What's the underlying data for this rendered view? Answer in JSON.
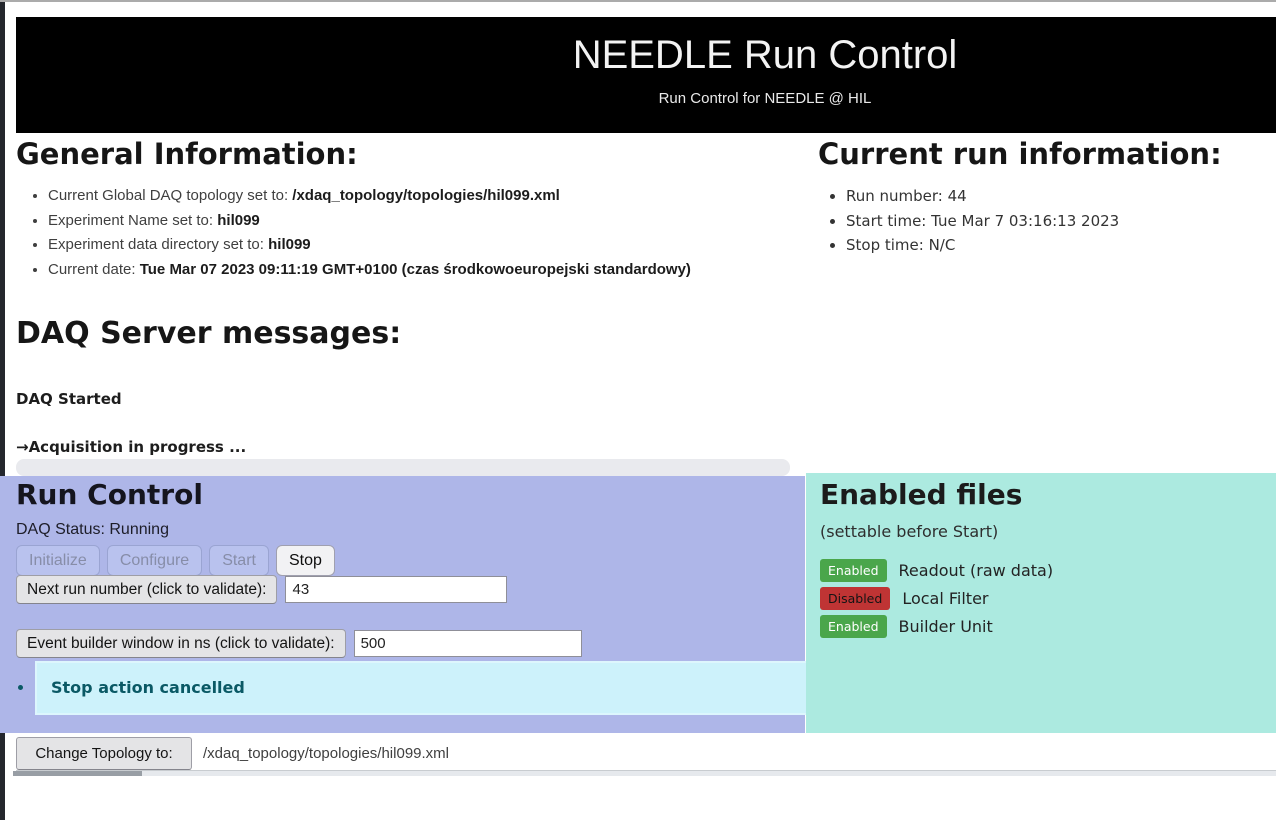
{
  "header": {
    "title": "NEEDLE Run Control",
    "subtitle": "Run Control for NEEDLE @ HIL"
  },
  "general_info": {
    "heading": "General Information:",
    "items": [
      {
        "label": "Current Global DAQ topology set to: ",
        "value": "/xdaq_topology/topologies/hil099.xml"
      },
      {
        "label": "Experiment Name set to: ",
        "value": "hil099"
      },
      {
        "label": "Experiment data directory set to: ",
        "value": "hil099"
      },
      {
        "label": "Current date: ",
        "value": "Tue Mar 07 2023 09:11:19 GMT+0100 (czas środkowoeuropejski standardowy)"
      }
    ]
  },
  "current_run": {
    "heading": "Current run information:",
    "items": [
      "Run number: 44",
      "Start time: Tue Mar 7 03:16:13 2023",
      "Stop time: N/C"
    ]
  },
  "daq_messages": {
    "heading": "DAQ Server messages:",
    "messages": [
      "DAQ Started",
      "→Acquisition in progress ..."
    ]
  },
  "run_control": {
    "heading": "Run Control",
    "status_label": "DAQ Status: Running",
    "buttons": [
      {
        "label": "Initialize",
        "enabled": false
      },
      {
        "label": "Configure",
        "enabled": false
      },
      {
        "label": "Start",
        "enabled": false
      },
      {
        "label": "Stop",
        "enabled": true
      }
    ],
    "next_run": {
      "label": "Next run number (click to validate):",
      "value": "43"
    },
    "event_builder": {
      "label": "Event builder window in ns (click to validate):",
      "value": "500"
    },
    "notice": "Stop action cancelled"
  },
  "enabled_files": {
    "heading": "Enabled files",
    "note": "(settable before Start)",
    "items": [
      {
        "badge": "Enabled",
        "state": "enabled",
        "label": "Readout (raw data)"
      },
      {
        "badge": "Disabled",
        "state": "disabled",
        "label": "Local Filter"
      },
      {
        "badge": "Enabled",
        "state": "enabled",
        "label": "Builder Unit"
      }
    ]
  },
  "topology": {
    "button_label": "Change Topology to:",
    "value": "/xdaq_topology/topologies/hil099.xml"
  },
  "colors": {
    "lavender": "#aeb6e8",
    "teal": "#aceae0",
    "notice_bg": "#cdf2fb",
    "notice_text": "#0a5965",
    "enabled_badge": "#4aa64b",
    "disabled_badge": "#bf3434"
  }
}
